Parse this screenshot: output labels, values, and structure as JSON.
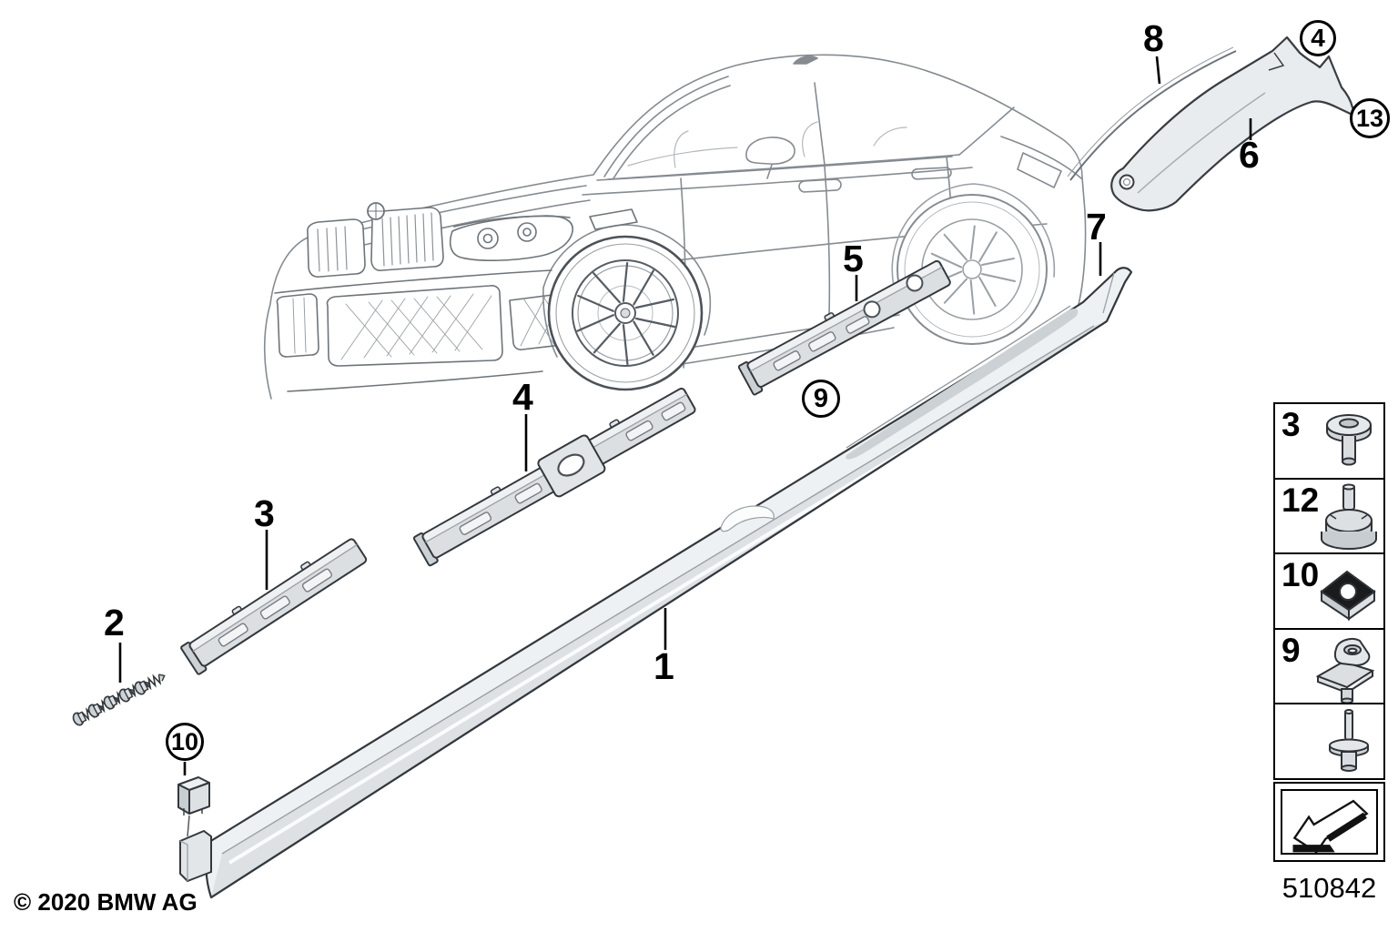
{
  "diagram": {
    "number": "510842",
    "copyright": "© 2020 BMW AG",
    "callouts": {
      "n1": "1",
      "n2": "2",
      "n3": "3",
      "n4": "4",
      "n5": "5",
      "n6": "6",
      "n7": "7",
      "n8": "8",
      "c4": "4",
      "c9": "9",
      "c10": "10",
      "c13": "13"
    },
    "legend": {
      "items": [
        {
          "label": "3",
          "icon": "flange-screw-icon"
        },
        {
          "label": "12",
          "icon": "grommet-icon"
        },
        {
          "label": "10",
          "icon": "square-nut-icon"
        },
        {
          "label": "9",
          "icon": "clamp-clip-icon"
        },
        {
          "label": "",
          "icon": "push-rivet-icon"
        },
        {
          "label": "",
          "icon": "direction-of-travel-arrow-icon"
        }
      ]
    },
    "colors": {
      "ink": "#000000",
      "part_outline": "#33383d",
      "part_fill": "#e9ecee",
      "car_line": "#858b91"
    }
  }
}
